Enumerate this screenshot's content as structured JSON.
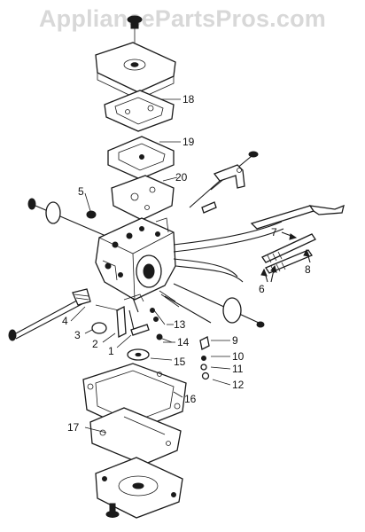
{
  "watermark": "AppliancePartsPros.com",
  "callouts": [
    {
      "id": "c1",
      "text": "1"
    },
    {
      "id": "c2",
      "text": "2"
    },
    {
      "id": "c3",
      "text": "3"
    },
    {
      "id": "c4",
      "text": "4"
    },
    {
      "id": "c5",
      "text": "5"
    },
    {
      "id": "c6",
      "text": "6"
    },
    {
      "id": "c7",
      "text": "7"
    },
    {
      "id": "c8",
      "text": "8"
    },
    {
      "id": "c9",
      "text": "9"
    },
    {
      "id": "c10",
      "text": "10"
    },
    {
      "id": "c11",
      "text": "11"
    },
    {
      "id": "c12",
      "text": "12"
    },
    {
      "id": "c13",
      "text": "13"
    },
    {
      "id": "c14",
      "text": "14"
    },
    {
      "id": "c15",
      "text": "15"
    },
    {
      "id": "c16",
      "text": "16"
    },
    {
      "id": "c17",
      "text": "17"
    },
    {
      "id": "c18",
      "text": "18"
    },
    {
      "id": "c19",
      "text": "19"
    },
    {
      "id": "c20",
      "text": "20"
    }
  ],
  "colors": {
    "ink": "#1a1a1a",
    "watermark": "#d8d8d8",
    "background": "#ffffff"
  }
}
